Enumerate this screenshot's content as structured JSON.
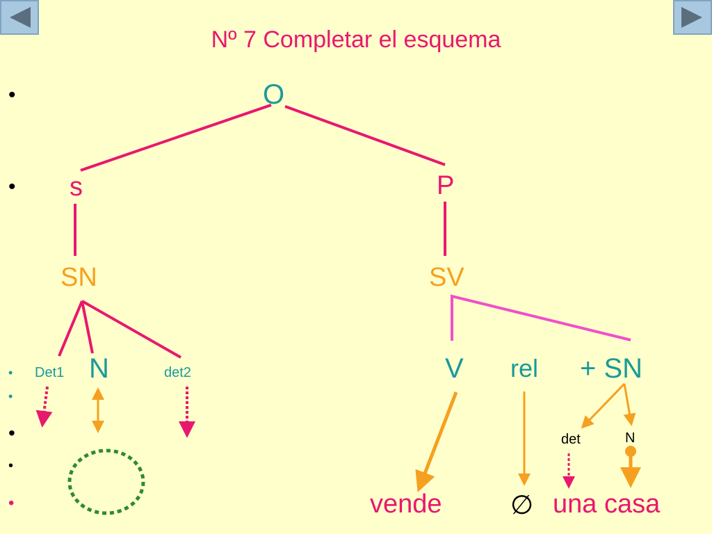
{
  "title": "Nº 7 Completar el esquema",
  "nav": {
    "prev_icon": "triangle-left-icon",
    "next_icon": "triangle-right-icon"
  },
  "colors": {
    "background": "#ffffcc",
    "magenta": "#e8186e",
    "teal": "#1a9a9a",
    "orange": "#f5a020",
    "pink_line": "#f050c8",
    "green_dotted": "#2e8b2e",
    "nav_button": "#a8c8e0",
    "nav_arrow": "#5a6e7e"
  },
  "nodes": {
    "o": "O",
    "s": "s",
    "p": "P",
    "sn": "SN",
    "sv": "SV",
    "det1": "Det1",
    "n": "N",
    "det2": "det2",
    "v": "V",
    "rel": "rel",
    "plus_sn": "+ SN",
    "det_small": "det",
    "n_small": "N"
  },
  "words": {
    "vende": "vende",
    "empty_set": "∅",
    "una_casa": "una casa"
  },
  "bullets": [
    "•",
    "•",
    "•",
    "•",
    "•",
    "•",
    "•"
  ]
}
